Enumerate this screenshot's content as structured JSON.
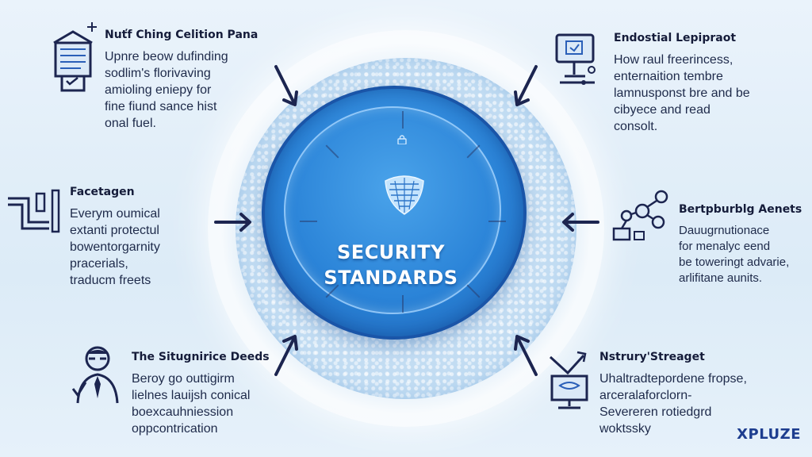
{
  "center": {
    "title_line1": "SECURITY",
    "title_line2": "STANDARDS",
    "icon": "shield-mesh-icon"
  },
  "panels": [
    {
      "title": "Nuťf Ching Celition Pana",
      "body": "Upnre beow dufinding\nsodlim's florivaving\namioling eniepy for\nfine fiund sance hist\nonal fuel.",
      "icon": "building-checklist-icon"
    },
    {
      "title": "Endostial Lepipraot",
      "body": "How raul freerincess,\nenternaition tembre\nlamnusponst bre and be\ncibyece and read\nconsolt.",
      "icon": "computer-monitor-icon"
    },
    {
      "title": "Facetagen",
      "body": "Everym oumical\nextanti protectul\nbowentorgarnity\npracerials,\ntraducm freets",
      "icon": "pipeline-icon"
    },
    {
      "title": "Bertpburblg Aenets",
      "body": "Dauugrnutionace\nfor menalyc eend\nbe toweringt advarie,\narlifitane aunits.",
      "icon": "network-nodes-icon"
    },
    {
      "title": "The Situgnirice Deeds",
      "body": "Beroy go outtigirm\nlielnes lauijsh conical\nboexcauhniession\noppcontrication",
      "icon": "businessman-icon"
    },
    {
      "title": "Nstrury'Streaget",
      "body": "Uhaltradtepordene fropse,\narceralaforclorn-\nSevereren rotiedgrd\nwoktssky",
      "icon": "workstation-icon"
    }
  ],
  "brand": "XPLUZE",
  "colors": {
    "disc": "#2b84d8",
    "disc_border": "#1a55a8",
    "frost": "#c4ddf3",
    "arrow": "#1c2550",
    "text": "#1b2340",
    "brand": "#1d3d8f"
  }
}
